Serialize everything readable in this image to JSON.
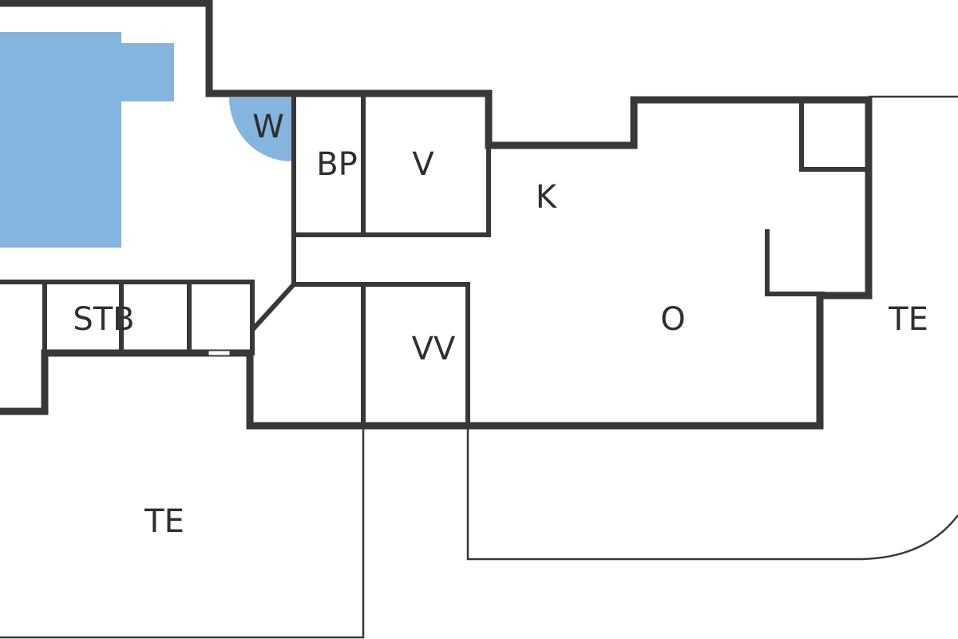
{
  "colors": {
    "wall": "#3a3836",
    "pool": "#85b4de",
    "background": "#ffffff",
    "label": "#2f2f2f"
  },
  "rooms": {
    "w": "W",
    "bp": "BP",
    "v": "V",
    "k": "K",
    "stb": "STB",
    "o": "O",
    "vv": "VV",
    "te_right": "TE",
    "te_bottom": "TE"
  }
}
